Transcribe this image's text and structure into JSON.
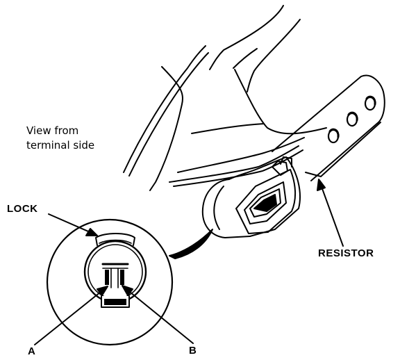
{
  "labels": {
    "view_from": "View from terminal side",
    "lock": "LOCK",
    "resistor": "RESISTOR",
    "a": "A",
    "b": "B"
  }
}
